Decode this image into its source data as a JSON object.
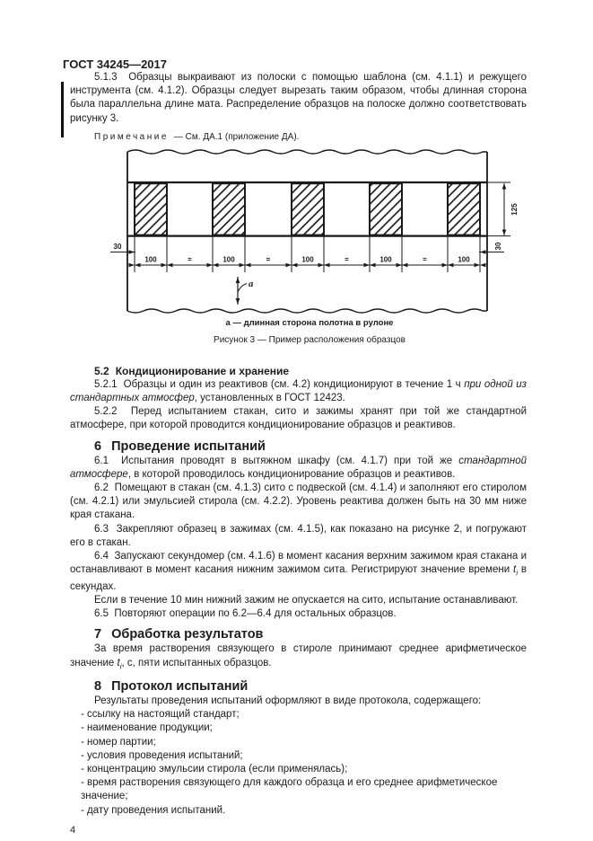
{
  "page": {
    "doc_code": "ГОСТ 34245—2017",
    "page_number": "4"
  },
  "s5": {
    "p513": "5.1.3  Образцы выкраивают из полоски с помощью шаблона (см. 4.1.1) и режущего инструмента (см. 4.1.2). Образцы следует вырезать таким образом, чтобы длинная сторона была параллельна длине мата. Распределение образцов на полоске должно соответствовать рисунку 3.",
    "note_label": "Примечание",
    "note_rest": "— См. ДА.1 (приложение ДА)."
  },
  "figure": {
    "dim_30_left": "30",
    "dim_30_right": "30",
    "dim_125": "125",
    "dim_labels": [
      "100",
      "=",
      "100",
      "=",
      "100",
      "=",
      "100",
      "=",
      "100"
    ],
    "pointer_label": "а",
    "legend": "а — длинная сторона полотна в рулоне",
    "caption": "Рисунок 3 — Пример расположения образцов"
  },
  "s52": {
    "heading_num": "5.2",
    "heading_title": "Кондиционирование и хранение",
    "p521_pre": "5.2.1  Образцы и один из реактивов (см. 4.2) кондиционируют в течение 1 ч ",
    "p521_italic": "при одной из стандартных атмосфер",
    "p521_post": ", установленных в ГОСТ 12423.",
    "p522": "5.2.2  Перед испытанием стакан, сито и зажимы хранят при той же стандартной атмосфере, при которой проводится кондиционирование образцов и реактивов."
  },
  "s6": {
    "heading_num": "6",
    "heading_title": "Проведение испытаний",
    "p61_pre": "6.1  Испытания проводят в вытяжном шкафу (см. 4.1.7) при той же ",
    "p61_italic": "стандартной атмосфере",
    "p61_post": ", в которой проводилось кондиционирование образцов и реактивов.",
    "p62": "6.2  Помещают в стакан (см. 4.1.3) сито с подвеской (см. 4.1.4) и заполняют его стиролом (см. 4.2.1) или эмульсией стирола (см. 4.2.2). Уровень реактива должен быть на 30 мм ниже края стакана.",
    "p63": "6.3  Закрепляют образец в зажимах (см. 4.1.5), как показано на рисунке 2, и погружают его в стакан.",
    "p64_pre": "6.4  Запускают секундомер (см. 4.1.6) в момент касания верхним зажимом края стакана и останавливают в момент касания нижним зажимом сита. Регистрируют значение времени ",
    "p64_var": "t",
    "p64_var_sub": "i",
    "p64_post": " в секундах.",
    "p64_note": "Если в течение 10 мин нижний зажим не опускается на сито, испытание останавливают.",
    "p65": "6.5  Повторяют операции по 6.2—6.4 для остальных образцов."
  },
  "s7": {
    "heading_num": "7",
    "heading_title": "Обработка результатов",
    "p_pre": "За время растворения связующего в стироле принимают среднее арифметическое значение ",
    "p_var": "t",
    "p_var_sub": "i",
    "p_post": ", с, пяти испытанных образцов."
  },
  "s8": {
    "heading_num": "8",
    "heading_title": "Протокол испытаний",
    "intro": "Результаты проведения испытаний оформляют в виде протокола, содержащего:",
    "items": [
      "- ссылку на настоящий стандарт;",
      "- наименование продукции;",
      "- номер партии;",
      "- условия проведения испытаний;",
      "- концентрацию эмульсии стирола (если применялась);",
      "- время растворения связующего для каждого образца и его среднее арифметическое значение;",
      "- дату проведения испытаний."
    ]
  }
}
